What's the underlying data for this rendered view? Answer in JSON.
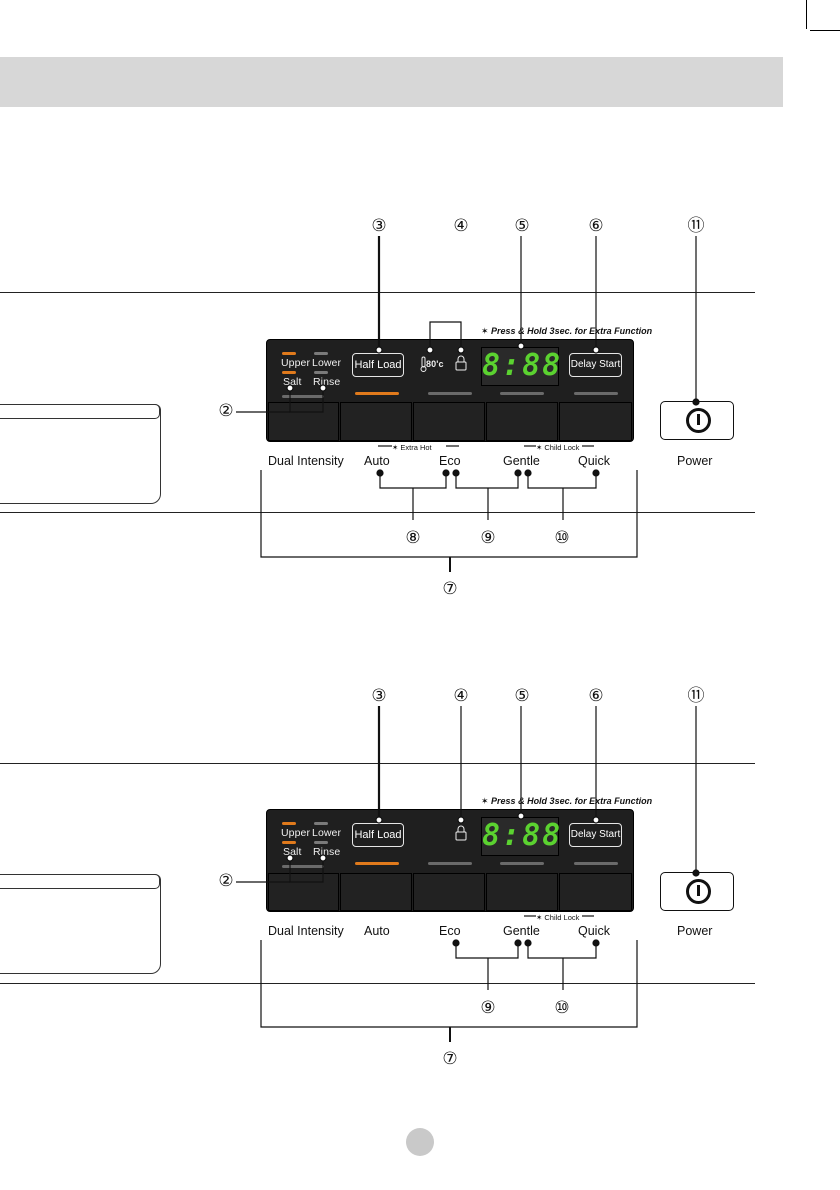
{
  "header": {
    "title": ""
  },
  "callouts": {
    "n2": "②",
    "n3": "③",
    "n4": "④",
    "n5": "⑤",
    "n6": "⑥",
    "n7": "⑦",
    "n8": "⑧",
    "n9": "⑨",
    "n10": "⑩",
    "n11": "⑪"
  },
  "panel": {
    "upper": "Upper",
    "lower": "Lower",
    "salt": "Salt",
    "rinse": "Rinse",
    "half_load": "Half Load",
    "temp_80": "80'c",
    "display": "8:88",
    "delay_start": "Delay Start",
    "press_hold_note": "✶ Press & Hold 3sec. for Extra Function",
    "extra_hot": "✶ Extra Hot",
    "child_lock": "✶ Child Lock"
  },
  "labels": {
    "dual_intensity": "Dual Intensity",
    "auto": "Auto",
    "eco": "Eco",
    "gentle": "Gentle",
    "quick": "Quick",
    "power": "Power"
  },
  "colors": {
    "led_orange": "#e07a1c",
    "led_grey": "#7a7a7a",
    "display_green": "#5bd230",
    "panel_bg": "#1f1f1f",
    "header_grey": "#d7d7d7"
  },
  "icons": [
    "thermometer-icon",
    "lock-icon",
    "power-icon"
  ]
}
